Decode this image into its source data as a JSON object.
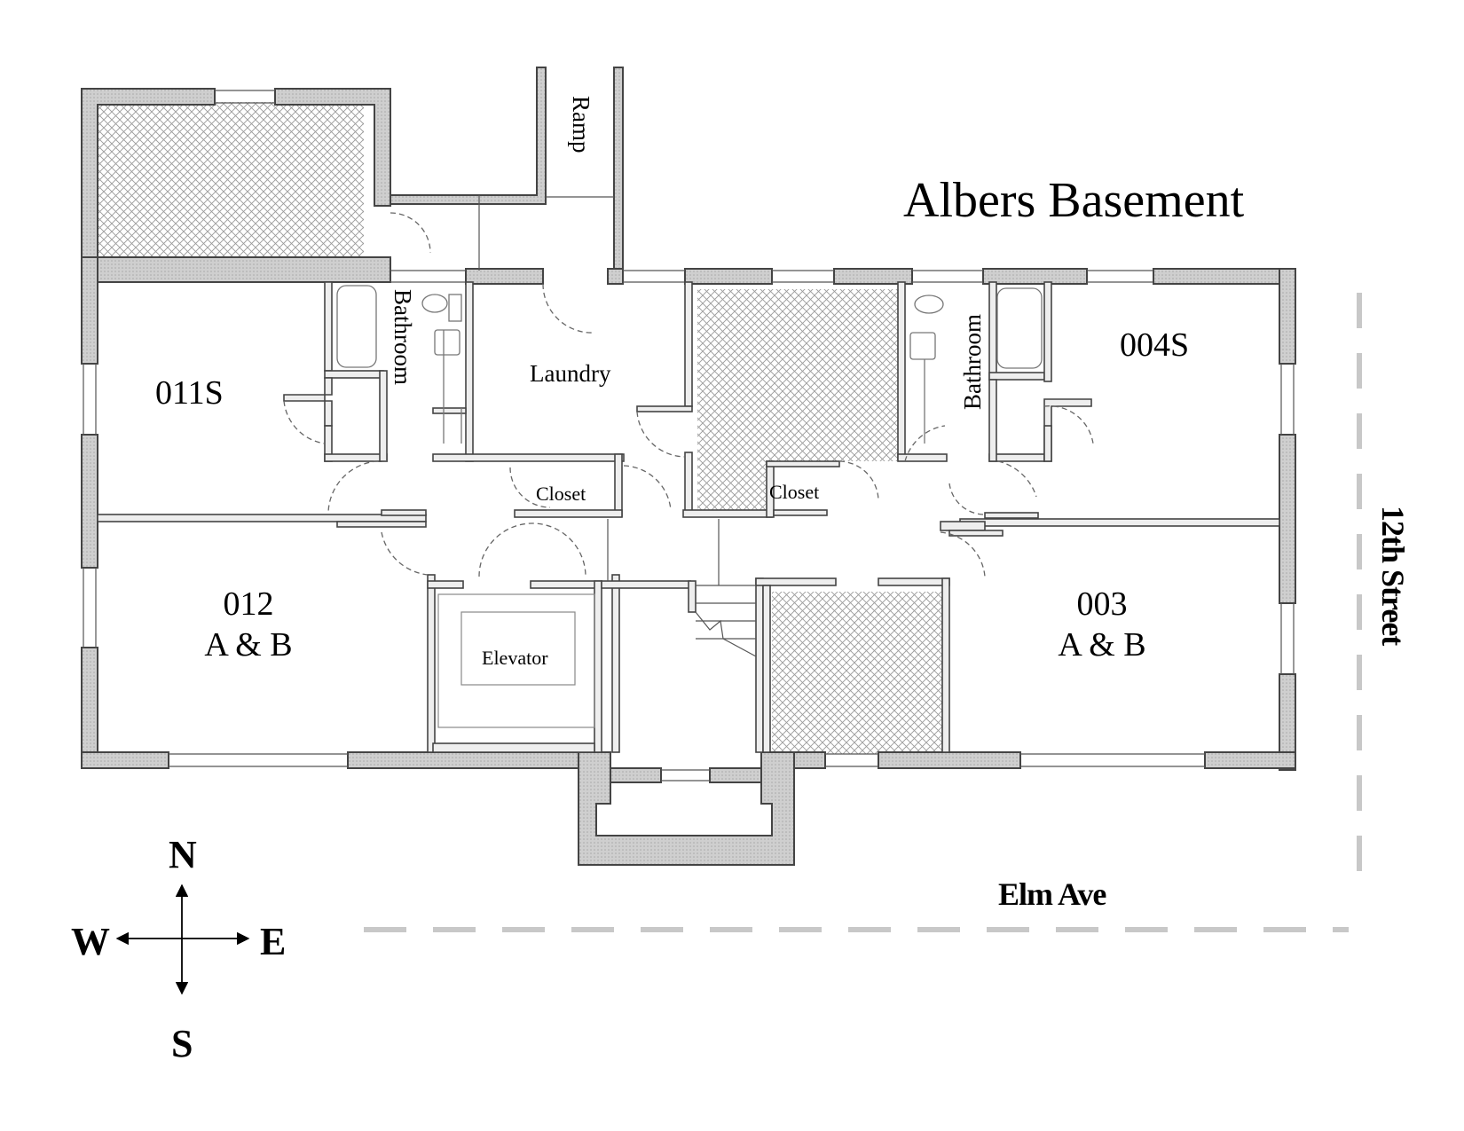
{
  "title": "Albers Basement",
  "colors": {
    "wall_fill": "#c8c8c8",
    "wall_stroke": "#444444",
    "hatch": "#9a9a9a",
    "street_dash": "#c8c8c8",
    "text": "#000000"
  },
  "rooms": [
    {
      "id": "011S",
      "label": "011S"
    },
    {
      "id": "004S",
      "label": "004S"
    },
    {
      "id": "012AB",
      "label_line1": "012",
      "label_line2": "A & B"
    },
    {
      "id": "003AB",
      "label_line1": "003",
      "label_line2": "A & B"
    }
  ],
  "spaces": {
    "laundry": "Laundry",
    "bathroom_west": "Bathroom",
    "bathroom_east": "Bathroom",
    "closet_west": "Closet",
    "closet_east": "Closet",
    "elevator": "Elevator",
    "ramp": "Ramp"
  },
  "streets": {
    "east": "12th Street",
    "south": "Elm Ave"
  },
  "compass": {
    "north": "N",
    "south": "S",
    "east": "E",
    "west": "W"
  }
}
